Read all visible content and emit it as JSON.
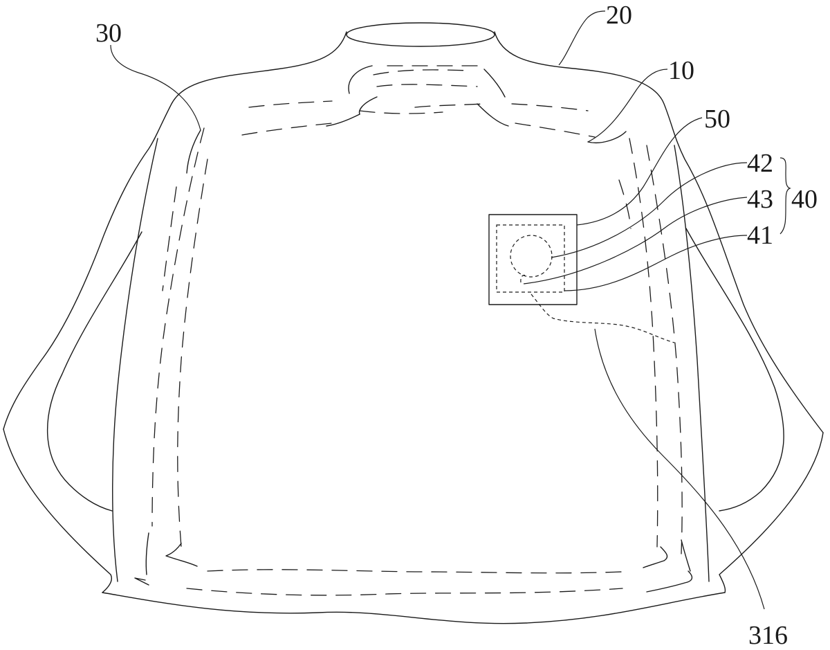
{
  "figure": {
    "labels": {
      "l20": "20",
      "l30": "30",
      "l10": "10",
      "l50": "50",
      "l42": "42",
      "l43": "43",
      "l41": "41",
      "l40": "40",
      "l316": "316"
    }
  }
}
